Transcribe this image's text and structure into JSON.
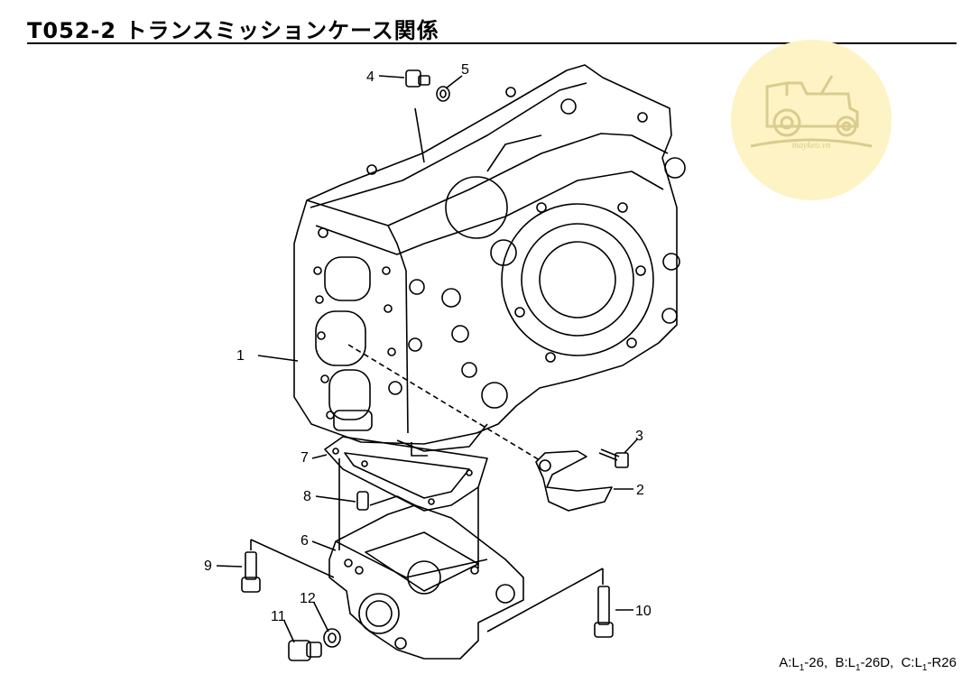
{
  "header": {
    "title": "T052-2 トランスミッションケース関係"
  },
  "logo": {
    "text": "maykeo.vn"
  },
  "callouts": [
    "1",
    "2",
    "3",
    "4",
    "5",
    "6",
    "7",
    "8",
    "9",
    "10",
    "11",
    "12"
  ],
  "footer": {
    "a": "A:L",
    "a_sub": "1",
    "a_rest": "-26,",
    "b": "B:L",
    "b_sub": "1",
    "b_rest": "-26D,",
    "c": "C:L",
    "c_sub": "1",
    "c_rest": "-R26"
  }
}
